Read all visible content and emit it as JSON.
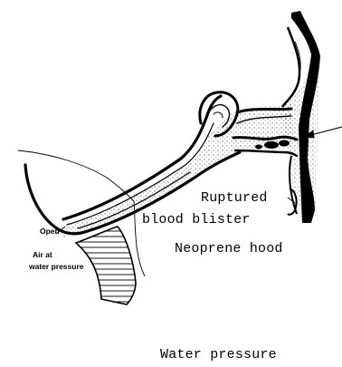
{
  "labels": {
    "ruptured": "Ruptured",
    "blood_blister": "blood blister",
    "neoprene_hood": "Neoprene hood",
    "open": "Open",
    "air_at": "Air at",
    "water_pressure_small": "water pressure",
    "water_pressure": "Water pressure"
  },
  "colors": {
    "ink": "#000000",
    "background": "#ffffff"
  }
}
